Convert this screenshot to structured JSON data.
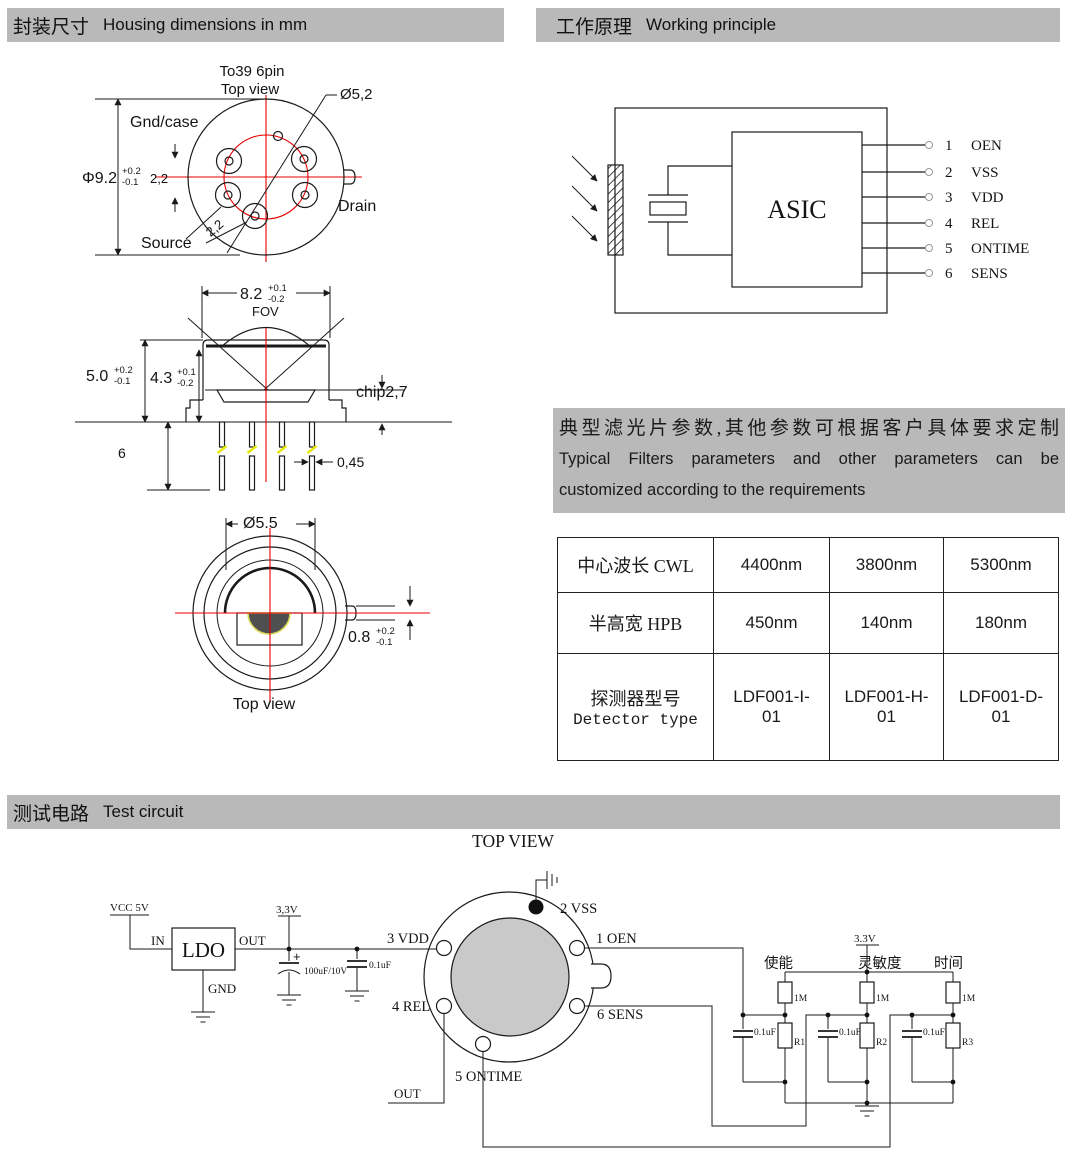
{
  "headers": {
    "housing": {
      "zh": "封装尺寸",
      "en": "Housing dimensions in mm"
    },
    "working": {
      "zh": "工作原理",
      "en": "Working principle"
    },
    "test": {
      "zh": "测试电路",
      "en": "Test circuit"
    }
  },
  "housing": {
    "pkg_title_1": "To39 6pin",
    "pkg_title_2": "Top view",
    "dia_52": "Ø5,2",
    "gnd_case": "Gnd/case",
    "drain": "Drain",
    "source": "Source",
    "phi_92": "Φ9.2",
    "phi_92_tol_plus": "+0.2",
    "phi_92_tol_minus": "-0.1",
    "pitch_22": "2,2",
    "pitch_22_diag": "2,2",
    "dim_82": "8.2",
    "dim_82_tol_plus": "+0.1",
    "dim_82_tol_minus": "-0.2",
    "fov": "FOV",
    "dim_50": "5.0",
    "dim_50_tol_plus": "+0.2",
    "dim_50_tol_minus": "-0.1",
    "dim_43": "4.3",
    "dim_43_tol_plus": "+0.1",
    "dim_43_tol_minus": "-0.2",
    "chip": "chip2,7",
    "pin_len": "6",
    "pin_w": "0,45",
    "dia_55": "Ø5.5",
    "dim_08": "0.8",
    "dim_08_tol_plus": "+0.2",
    "dim_08_tol_minus": "-0.1",
    "bottom_label": "Top view"
  },
  "working": {
    "asic": "ASIC",
    "pins": [
      {
        "num": "1",
        "name": "OEN"
      },
      {
        "num": "2",
        "name": "VSS"
      },
      {
        "num": "3",
        "name": "VDD"
      },
      {
        "num": "4",
        "name": "REL"
      },
      {
        "num": "5",
        "name": "ONTIME"
      },
      {
        "num": "6",
        "name": "SENS"
      }
    ]
  },
  "filter_note": {
    "zh": "典型滤光片参数,其他参数可根据客户具体要求定制",
    "en_1": "Typical Filters parameters and other parameters can be",
    "en_2": "customized according to the requirements"
  },
  "filter_table": {
    "rows": [
      {
        "label": "中心波长 CWL",
        "values": [
          "4400nm",
          "3800nm",
          "5300nm"
        ]
      },
      {
        "label": "半高宽 HPB",
        "values": [
          "450nm",
          "140nm",
          "180nm"
        ]
      },
      {
        "label_zh": "探测器型号",
        "label_en": "Detector type",
        "values_line1": [
          "LDF001-I-",
          "LDF001-H-",
          "LDF001-D-"
        ],
        "values_line2": [
          "01",
          "01",
          "01"
        ]
      }
    ]
  },
  "circuit": {
    "title": "TOP VIEW",
    "vcc": "VCC 5V",
    "ldo": "LDO",
    "pin_in": "IN",
    "pin_out": "OUT",
    "pin_gnd": "GND",
    "v33_left": "3,3V",
    "cap_bulk": "100uF/10V",
    "cap_100n": "0.1uF",
    "v33_right": "3.3V",
    "pin_vss": "2 VSS",
    "pin_oen": "1 OEN",
    "pin_vdd": "3 VDD",
    "pin_rel": "4 REL",
    "pin_sens": "6 SENS",
    "pin_ontime": "5 ONTIME",
    "out_label": "OUT",
    "pot_enable": "使能",
    "pot_sens": "灵敏度",
    "pot_time": "时间",
    "r_1m": "1M",
    "r1": "R1",
    "r2": "R2",
    "r3": "R3"
  }
}
